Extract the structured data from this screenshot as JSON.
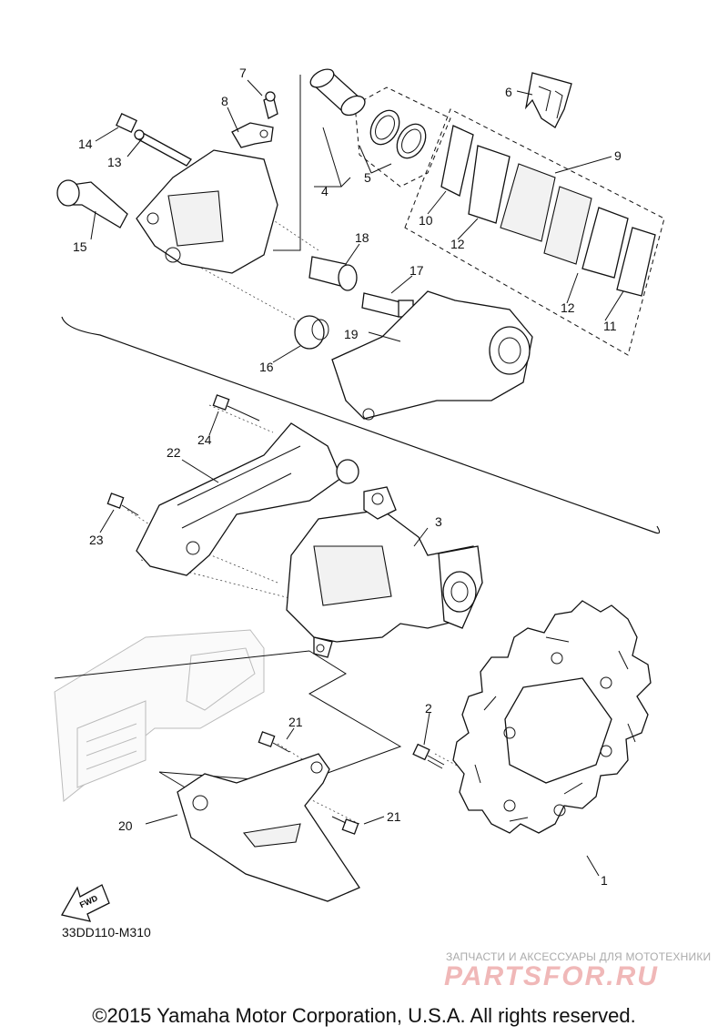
{
  "labels": {
    "p1": "1",
    "p2": "2",
    "p3": "3",
    "p4": "4",
    "p5": "5",
    "p6": "6",
    "p7": "7",
    "p8": "8",
    "p9": "9",
    "p10": "10",
    "p11": "11",
    "p12a": "12",
    "p12b": "12",
    "p13": "13",
    "p14": "14",
    "p15": "15",
    "p16": "16",
    "p17": "17",
    "p18": "18",
    "p19": "19",
    "p20": "20",
    "p21a": "21",
    "p21b": "21",
    "p22": "22",
    "p23": "23",
    "p24": "24"
  },
  "fwd_label": "FWD",
  "diagram_code": "33DD110-M310",
  "watermark": {
    "tagline": "ЗАПЧАСТИ И АКСЕССУАРЫ ДЛЯ МОТОТЕХНИКИ",
    "logo": "PARTSFOR.RU"
  },
  "copyright": "©2015 Yamaha Motor Corporation, U.S.A. All rights reserved."
}
